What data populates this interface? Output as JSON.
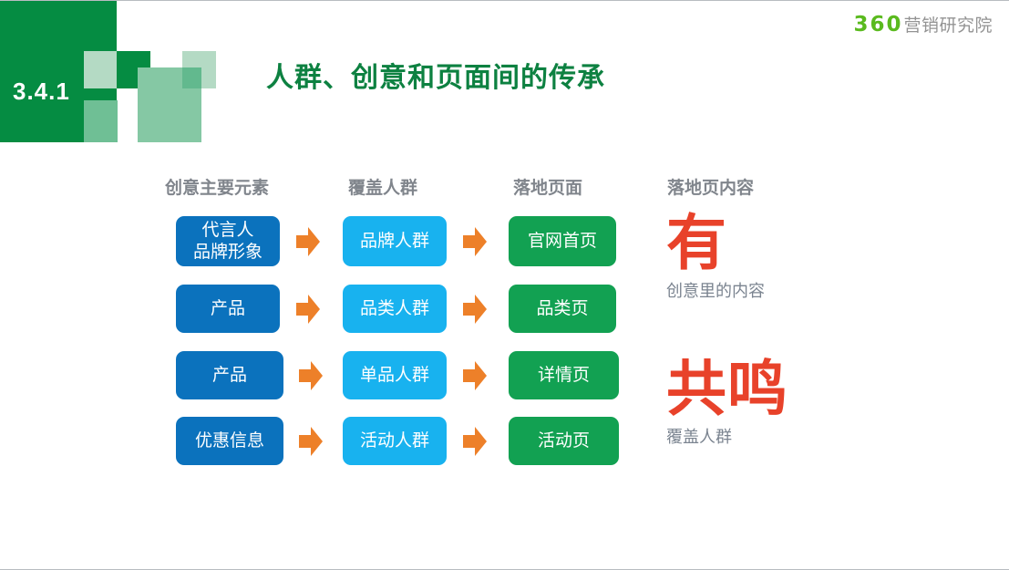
{
  "slide": {
    "section_number": "3.4.1",
    "title": "人群、创意和页面间的传承",
    "logo": {
      "mark": "360",
      "name": "营销研究院"
    }
  },
  "columns": [
    {
      "id": "creative-elements",
      "header": "创意主要元素"
    },
    {
      "id": "audience",
      "header": "覆盖人群"
    },
    {
      "id": "landing-page",
      "header": "落地页面"
    },
    {
      "id": "landing-content",
      "header": "落地页内容"
    }
  ],
  "rows": [
    {
      "creative": "代言人\n品牌形象",
      "audience": "品牌人群",
      "page": "官网首页"
    },
    {
      "creative": "产品",
      "audience": "品类人群",
      "page": "品类页"
    },
    {
      "creative": "产品",
      "audience": "单品人群",
      "page": "详情页"
    },
    {
      "creative": "优惠信息",
      "audience": "活动人群",
      "page": "活动页"
    }
  ],
  "emphasis": [
    {
      "big": "有",
      "sub": "创意里的内容"
    },
    {
      "big": "共鸣",
      "sub": "覆盖人群"
    }
  ],
  "colors": {
    "header_green": "#058c42",
    "title_green": "#0d8141",
    "logo_green": "#5aba1e",
    "node_blue": "#0b72bd",
    "node_cyan": "#18b2ef",
    "node_green": "#12a152",
    "arrow_orange": "#ed8029",
    "emphasis_red": "#e8422a",
    "muted_gray": "#80858c"
  }
}
